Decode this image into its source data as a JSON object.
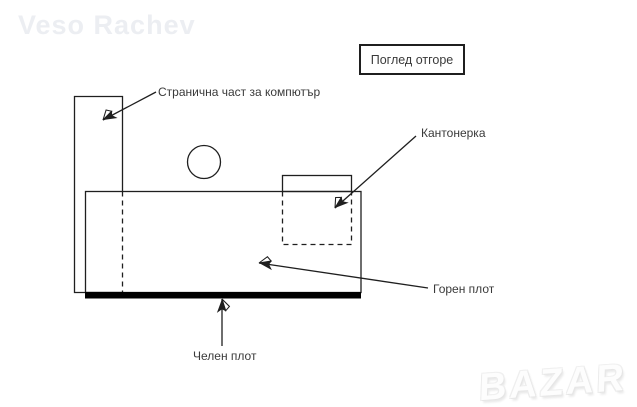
{
  "watermarks": {
    "author": "Veso Rachev",
    "brand": "BAZAR"
  },
  "view_label": {
    "text": "Поглед отгоре"
  },
  "annotations": {
    "side_panel": {
      "label": "Странична част за компютър"
    },
    "cabinet": {
      "label": "Кантонерка"
    },
    "top_panel": {
      "label": "Горен плот"
    },
    "front_panel": {
      "label": "Челен плот"
    }
  },
  "colors": {
    "background": "#ffffff",
    "line": "#1f1f1f",
    "text": "#3a3a3a",
    "fill_front_panel": "#000000",
    "watermark": "#eceef2"
  }
}
